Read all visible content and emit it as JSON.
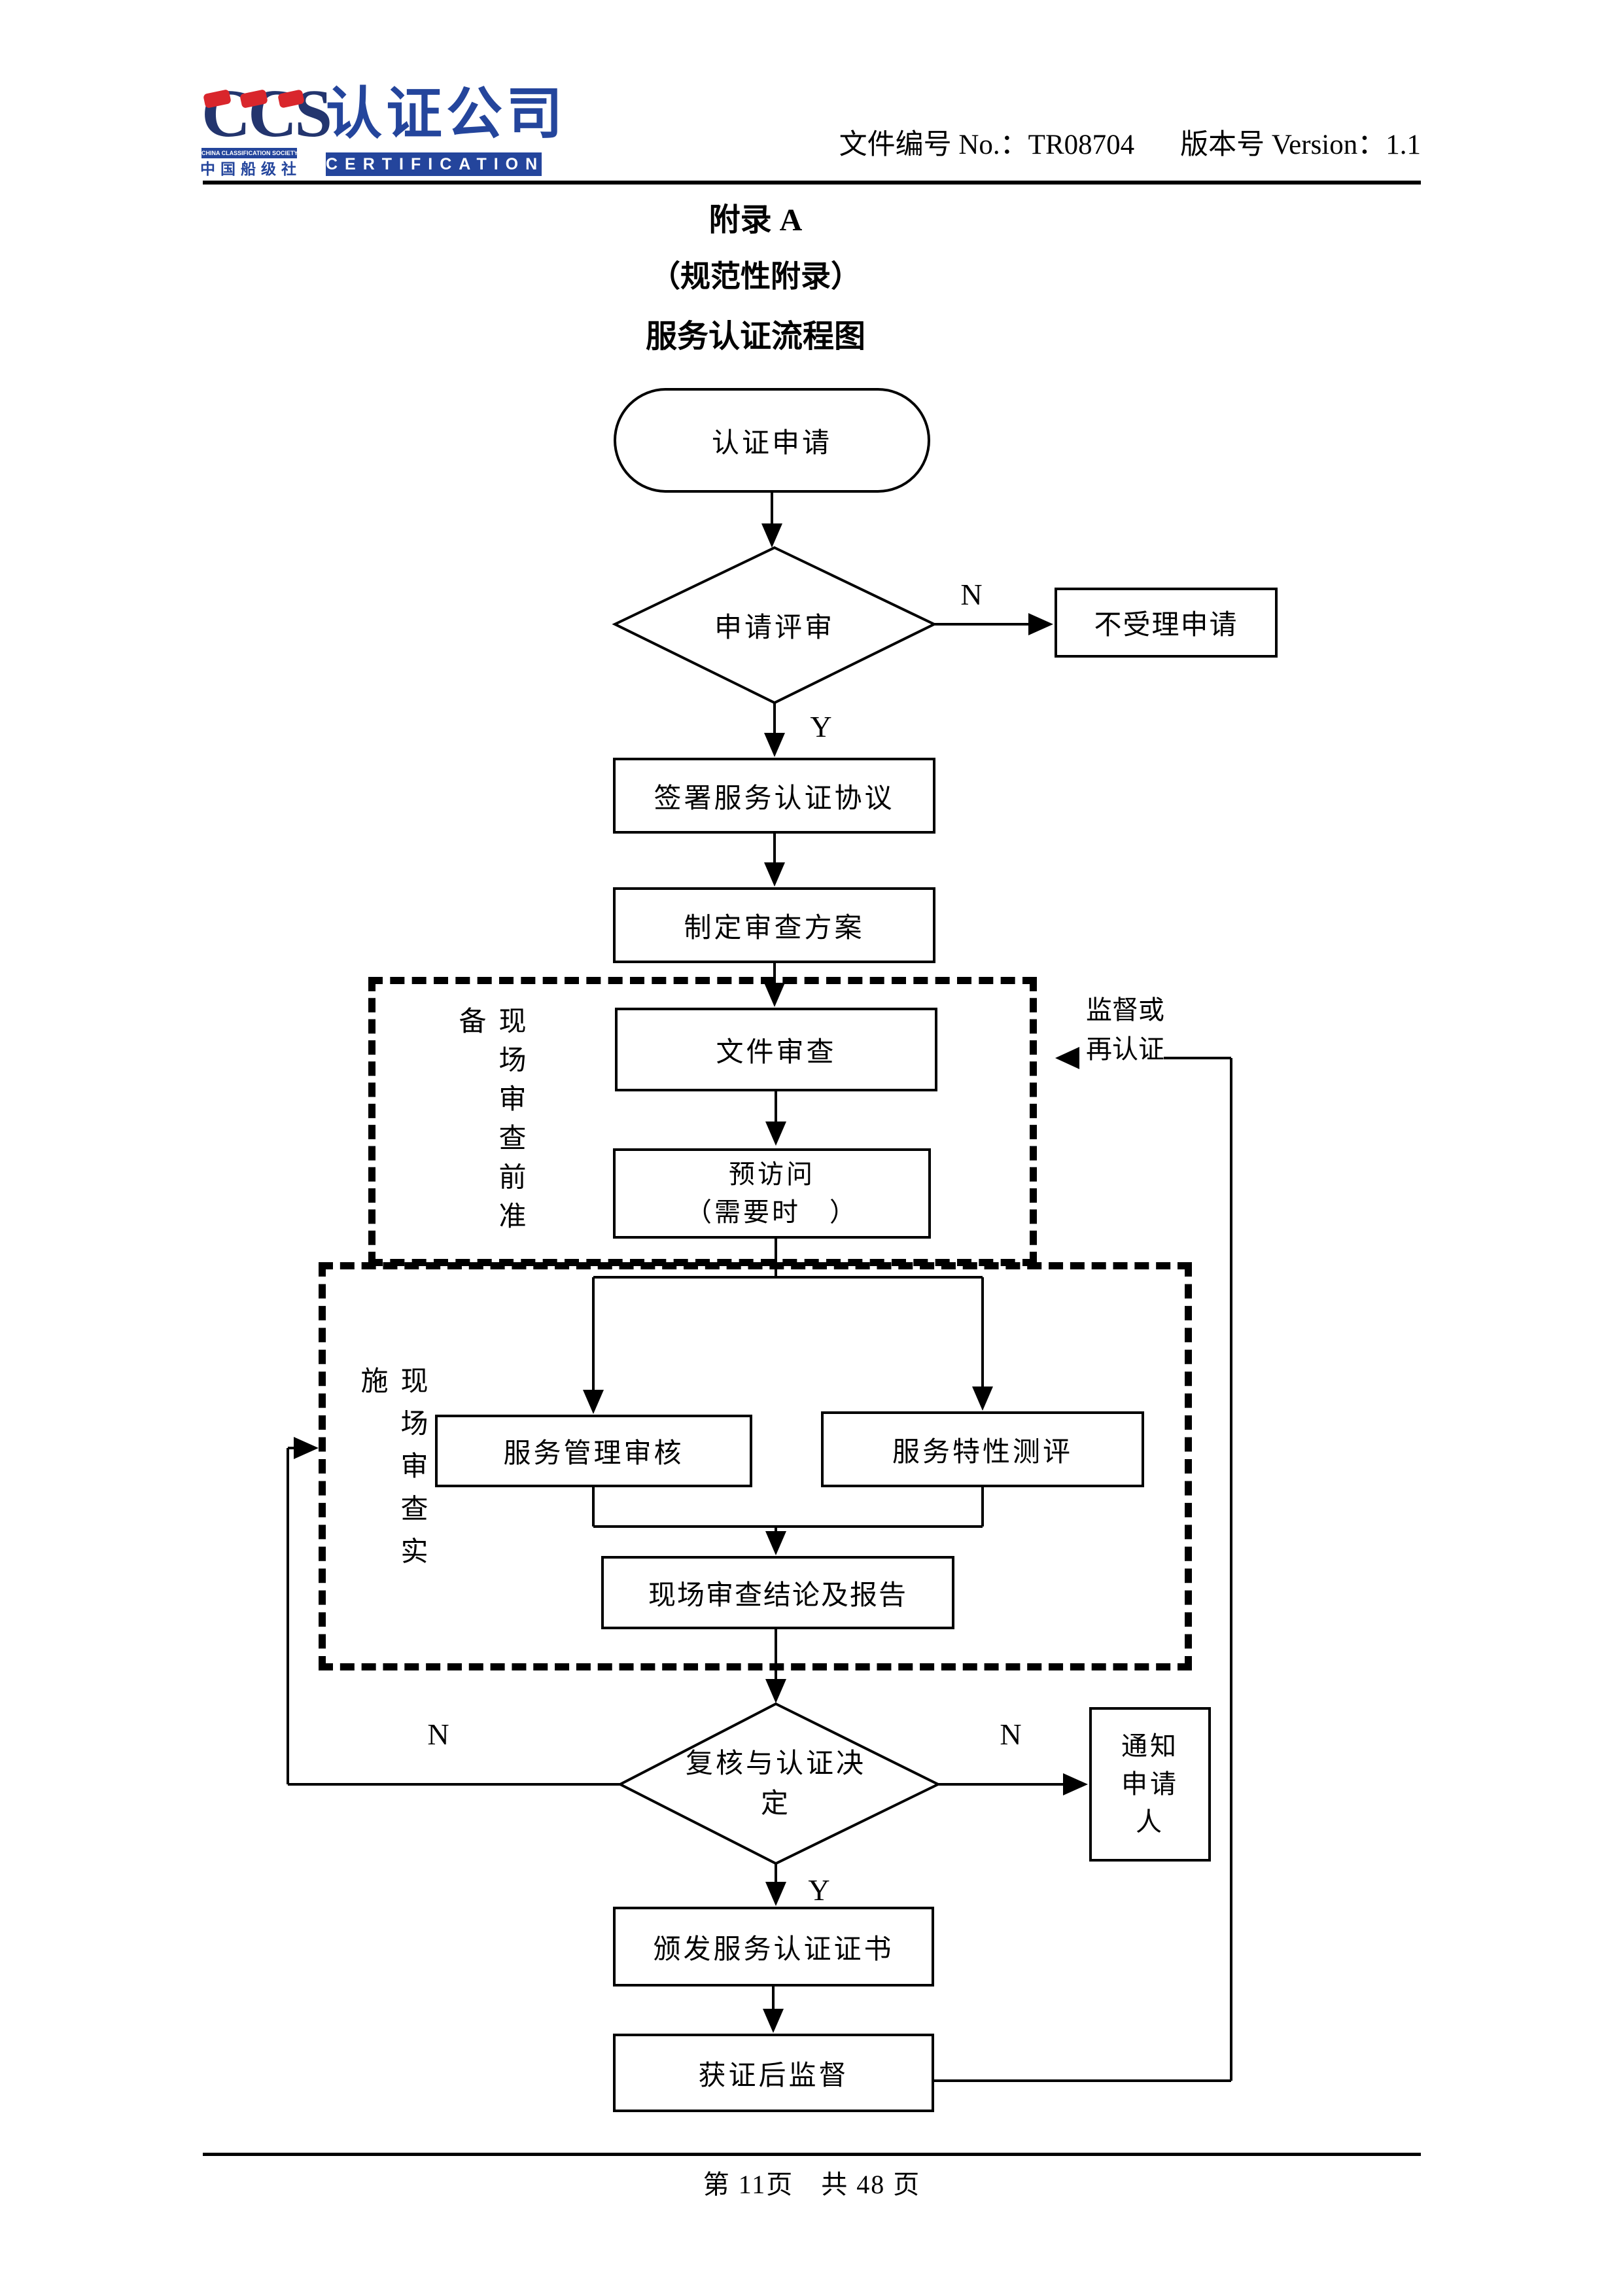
{
  "header": {
    "logo": {
      "ccs": "CCS",
      "company": "认证公司",
      "society_en": "CHINA CLASSIFICATION SOCIETY",
      "society_cn": "中国船级社",
      "certification": "CERTIFICATION"
    },
    "doc_no": "文件编号 No.：TR08704",
    "version": "版本号 Version：1.1"
  },
  "titles": {
    "appendix": "附录 A",
    "normative": "（规范性附录）",
    "main": "服务认证流程图"
  },
  "flowchart": {
    "nodes": {
      "start": "认证申请",
      "review": "申请评审",
      "reject": "不受理申请",
      "sign": "签署服务认证协议",
      "plan": "制定审查方案",
      "doc_review": "文件审查",
      "previsit": "预访问\n（需要时　）",
      "svc_mgmt": "服务管理审核",
      "svc_char": "服务特性测评",
      "conclusion": "现场审查结论及报告",
      "decision": "复核与认证决\n定",
      "notify": "通知\n申请\n人",
      "issue": "颁发服务认证证书",
      "post": "获证后监督"
    },
    "groups": {
      "prep": "现场审查前准备",
      "impl": "现场审查实施"
    },
    "edge_labels": {
      "review_no": "N",
      "review_yes": "Y",
      "decision_no_left": "N",
      "decision_no_right": "N",
      "decision_yes": "Y",
      "feedback": "监督或\n再认证"
    }
  },
  "footer": {
    "page": "第 11页　共 48 页"
  },
  "colors": {
    "brand_blue": "#24459c",
    "brand_red": "#d9262c",
    "line": "#000000"
  }
}
